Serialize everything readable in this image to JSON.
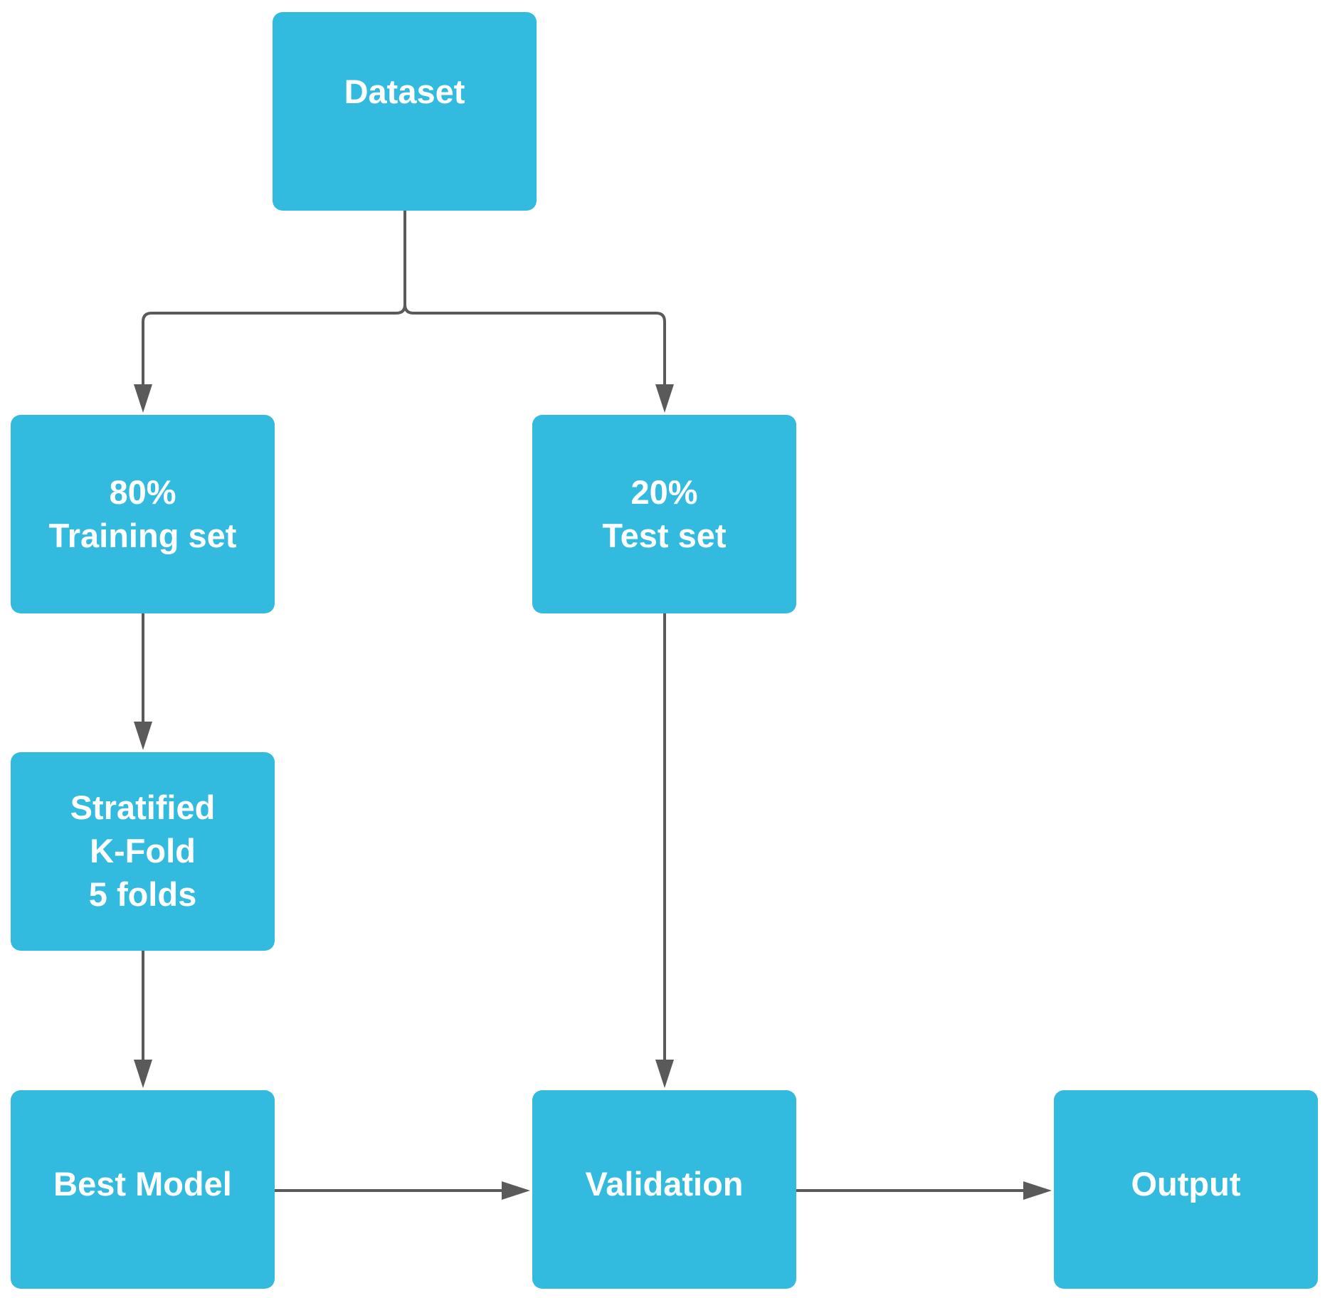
{
  "nodes": {
    "dataset": "Dataset",
    "training": "80%\nTraining set",
    "test": "20%\nTest set",
    "kfold": "Stratified\nK-Fold\n5 folds",
    "best_model": "Best Model",
    "validation": "Validation",
    "output": "Output"
  },
  "colors": {
    "node_fill": "#32bbdf",
    "node_text": "#ffffff",
    "connector": "#5a5a5a"
  }
}
